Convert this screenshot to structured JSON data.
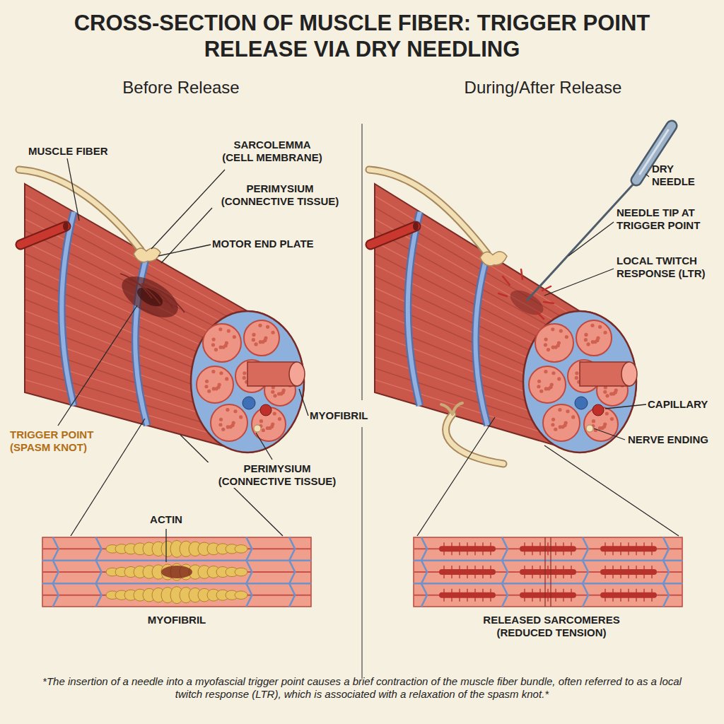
{
  "diagram": {
    "title": "CROSS-SECTION OF MUSCLE FIBER: TRIGGER POINT RELEASE VIA DRY NEEDLING",
    "caption": "*The insertion of a needle into a myofascial trigger point causes a brief contraction of the muscle fiber bundle, often referred to as a local twitch response (LTR), which is associated with a relaxation of the spasm knot.*",
    "labels": [
      "Before Release",
      "During/After Release",
      "MUSCLE FIBER",
      "SARCOLEMMA (CELL MEMBRANE)",
      "PERIMYSIUM (CONNECTIVE TISSUE)",
      "MOTOR END PLATE",
      "TRIGGER POINT (SPASM KNOT)",
      "MYOFIBRIL",
      "PERIMYSIUM (CONNECTIVE TISSUE)",
      "ACTIN",
      "MYOFIBRIL",
      "DRY NEEDLE",
      "NEEDLE TIP AT TRIGGER POINT",
      "LOCAL TWITCH RESPONSE (LTR)",
      "CAPILLARY",
      "NERVE ENDING",
      "RELEASED SARCOMERES (REDUCED TENSION)"
    ]
  }
}
